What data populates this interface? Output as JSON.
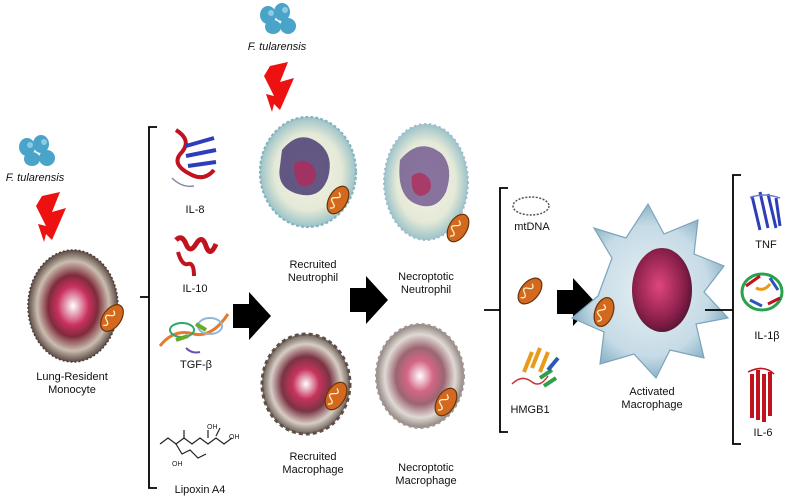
{
  "bacteria_label": "F. tularensis",
  "cells": {
    "monocyte": {
      "line1": "Lung-Resident",
      "line2": "Monocyte"
    },
    "recruited_neutrophil": {
      "line1": "Recruited",
      "line2": "Neutrophil"
    },
    "recruited_macrophage": {
      "line1": "Recruited",
      "line2": "Macrophage"
    },
    "necroptotic_neutrophil": {
      "line1": "Necroptotic",
      "line2": "Neutrophil"
    },
    "necroptotic_macrophage": {
      "line1": "Necroptotic",
      "line2": "Macrophage"
    },
    "activated_macrophage": {
      "line1": "Activated",
      "line2": "Macrophage"
    }
  },
  "mediators": [
    "IL-8",
    "IL-10",
    "TGF-β",
    "Lipoxin A4"
  ],
  "damps": [
    "mtDNA",
    "HMGB1"
  ],
  "cytokines": [
    "TNF",
    "IL-1β",
    "IL-6"
  ],
  "colors": {
    "bolt": "#ee1111",
    "bacteria": "#4aa3c8",
    "arrow": "#000000",
    "mito": "#d2691e",
    "nucleus": "#b0285a"
  }
}
